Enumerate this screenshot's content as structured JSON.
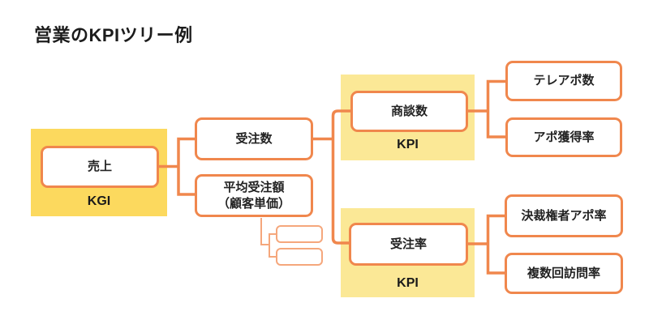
{
  "title": "営業のKPIツリー例",
  "colors": {
    "kgi_background": "#FCD95E",
    "kpi_background": "#FBE896",
    "node_border_orange": "#F0874D",
    "placeholder_border_orange": "#F5A77C",
    "text": "#1C1C1C"
  },
  "tree": {
    "kgi": {
      "badge": "KGI",
      "node": {
        "label": "売上"
      }
    },
    "drivers": {
      "orders_count": {
        "label": "受注数"
      },
      "average_order_value": {
        "label_line1": "平均受注額",
        "label_line2": "（顧客単価）"
      }
    },
    "kpi_deals": {
      "badge": "KPI",
      "node": {
        "label": "商談数"
      }
    },
    "kpi_order_rate": {
      "badge": "KPI",
      "node": {
        "label": "受注率"
      }
    },
    "leaves": {
      "tele_appointments": {
        "label": "テレアポ数"
      },
      "appointment_rate": {
        "label": "アポ獲得率"
      },
      "decision_maker_appointment_rate": {
        "label": "決裁権者アポ率"
      },
      "multiple_visit_rate": {
        "label": "複数回訪問率"
      }
    },
    "placeholders": {
      "count": 2
    }
  }
}
